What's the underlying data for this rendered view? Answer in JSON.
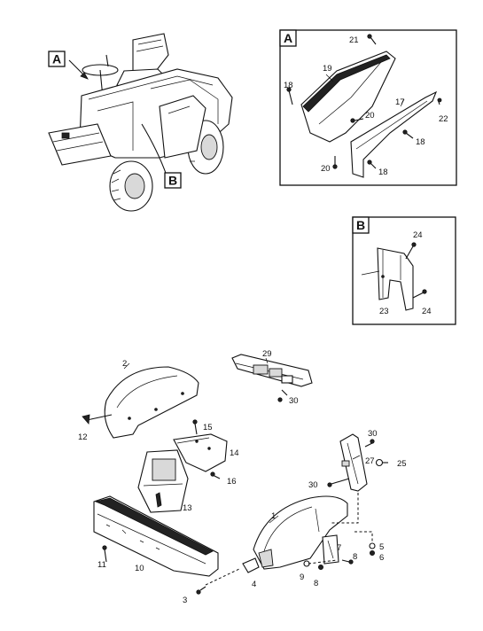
{
  "callouts": {
    "A": "A",
    "B": "B"
  },
  "parts": {
    "p1": "1",
    "p2": "2",
    "p3": "3",
    "p4": "4",
    "p5": "5",
    "p6": "6",
    "p7": "7",
    "p8a": "8",
    "p8b": "8",
    "p9": "9",
    "p10": "10",
    "p11": "11",
    "p12": "12",
    "p13": "13",
    "p14": "14",
    "p15": "15",
    "p16": "16",
    "p17": "17",
    "p18a": "18",
    "p18b": "18",
    "p18c": "18",
    "p19": "19",
    "p20a": "20",
    "p20b": "20",
    "p21": "21",
    "p22": "22",
    "p23": "23",
    "p24a": "24",
    "p24b": "24",
    "p25": "25",
    "p27": "27",
    "p29": "29",
    "p30a": "30",
    "p30b": "30",
    "p30c": "30"
  }
}
